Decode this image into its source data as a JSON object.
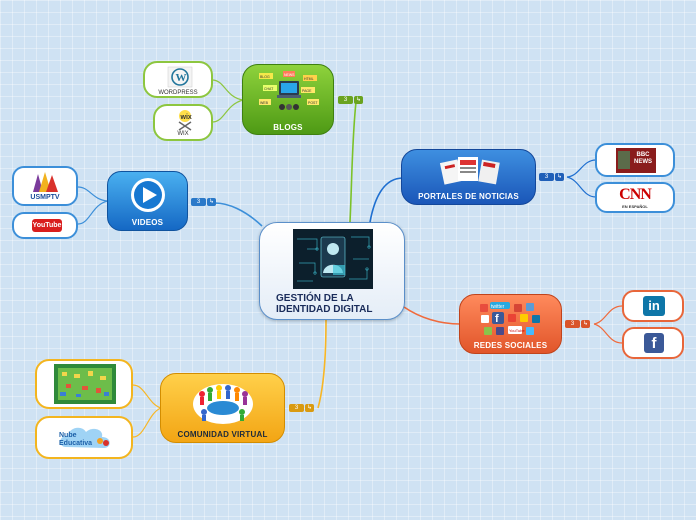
{
  "central": {
    "title": "GESTIÓN DE LA IDENTIDAD DIGITAL"
  },
  "branches": {
    "blogs": {
      "label": "BLOGS",
      "badge": "3",
      "color": "#7cc229",
      "icon_words": [
        "CHAT",
        "PAGE",
        "NEWS",
        "HTML",
        "WEB",
        "POST",
        "BLOG"
      ],
      "children": [
        {
          "label": "WORDPRESS",
          "icon": "wordpress-logo-icon"
        },
        {
          "label": "WIX",
          "icon": "wix-logo-icon"
        }
      ]
    },
    "videos": {
      "label": "VIDEOS",
      "badge": "3",
      "color": "#1e88e5",
      "children": [
        {
          "label": "",
          "logo_text": "USMPTV",
          "icon": "usmptv-logo-icon"
        },
        {
          "label": "",
          "logo_text": "YouTube",
          "icon": "youtube-logo-icon"
        }
      ]
    },
    "portales": {
      "label": "PORTALES DE NOTICIAS",
      "badge": "3",
      "color": "#1f6fd0",
      "children": [
        {
          "label": "",
          "logo_text": "BBC NEWS",
          "icon": "bbc-news-logo-icon"
        },
        {
          "label": "",
          "logo_text": "CNN",
          "sub_text": "EN ESPAÑOL",
          "icon": "cnn-logo-icon"
        }
      ]
    },
    "redes": {
      "label": "REDES SOCIALES",
      "badge": "3",
      "color": "#f06a3c",
      "icon_words": [
        "twitter",
        "f",
        "You Tube"
      ],
      "children": [
        {
          "label": "",
          "logo_text": "in",
          "icon": "linkedin-logo-icon"
        },
        {
          "label": "",
          "logo_text": "f",
          "icon": "facebook-logo-icon"
        }
      ]
    },
    "comunidad": {
      "label": "COMUNIDAD VIRTUAL",
      "badge": "3",
      "color": "#f8b624",
      "children": [
        {
          "label": "",
          "icon": "community-map-image-icon"
        },
        {
          "label": "",
          "logo_text": "Nube Educativa",
          "icon": "nube-educativa-logo-icon"
        }
      ]
    }
  }
}
